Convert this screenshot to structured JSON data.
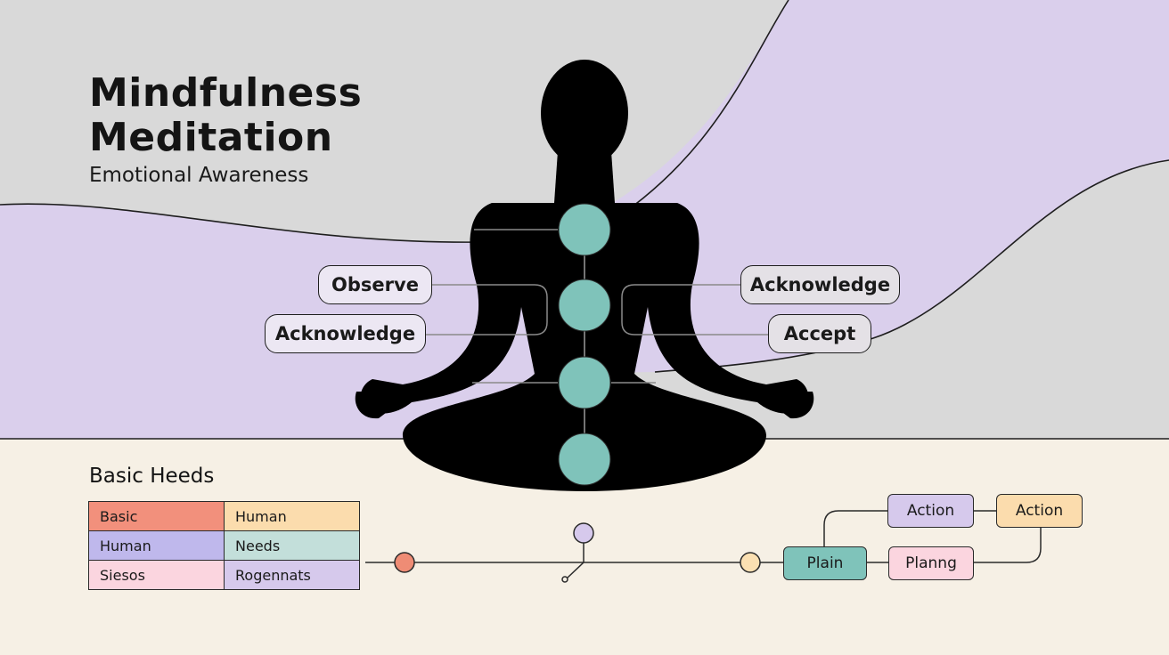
{
  "header": {
    "title_line1": "Mindfulness",
    "title_line2": "Meditation",
    "subtitle": "Emotional Awareness"
  },
  "labels": {
    "observe": "Observe",
    "acknowledge_left": "Acknowledge",
    "acknowledge_right": "Acknowledge",
    "accept": "Accept"
  },
  "needs_section": {
    "title": "Basic Heeds",
    "rows": [
      [
        "Basic",
        "Human"
      ],
      [
        "Human",
        "Needs"
      ],
      [
        "Siesos",
        "Rogennats"
      ]
    ]
  },
  "flow": {
    "plain": "Plain",
    "planng": "Planng",
    "action_1": "Action",
    "action_2": "Action"
  },
  "colors": {
    "background_gray": "#d9d9d9",
    "lavender": "#dacfec",
    "cream": "#f6f0e5",
    "chakra_teal": "#7fc3ba",
    "silhouette": "#000000",
    "table_coral": "#f2907c",
    "table_peach": "#fbdcad",
    "table_violet": "#bfb8ec",
    "table_mint": "#c3dfda",
    "table_pink": "#fbd5df",
    "table_lilac": "#d6c9ec",
    "flow_teal": "#7fc3ba",
    "flow_pink": "#fbd5df",
    "flow_lavender": "#d6c9ec",
    "flow_peach": "#fbdcad",
    "node_coral": "#ef8c75",
    "node_lilac": "#d6c9ec",
    "node_peach": "#fbe0b2"
  }
}
